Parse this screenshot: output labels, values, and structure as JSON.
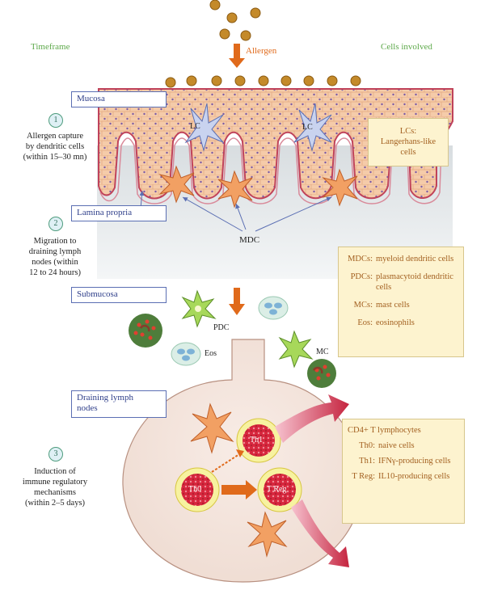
{
  "headers": {
    "timeframe": "Timeframe",
    "allergen": "Allergen",
    "cells_involved": "Cells involved"
  },
  "tissue_labels": {
    "mucosa": "Mucosa",
    "lamina_propria": "Lamina propria",
    "submucosa": "Submucosa",
    "lymph_nodes_line1": "Draining lymph",
    "lymph_nodes_line2": "nodes"
  },
  "steps": [
    {
      "number": "1",
      "lines": [
        "Allergen capture",
        "by dendritic cells",
        "(within 15–30 mn)"
      ]
    },
    {
      "number": "2",
      "lines": [
        "Migration to",
        "draining lymph",
        "nodes (within",
        "12 to 24 hours)"
      ]
    },
    {
      "number": "3",
      "lines": [
        "Induction of",
        "immune regulatory",
        "mechanisms",
        "(within 2–5 days)"
      ]
    }
  ],
  "cell_labels": {
    "lc": "LC",
    "mdc": "MDC",
    "pdc": "PDC",
    "eos": "Eos",
    "mc": "MC",
    "th0": "Th0",
    "th1": "Th1",
    "treg": "T Reg"
  },
  "legend_lc": {
    "title": "LCs:",
    "desc": "Langerhans-like cells"
  },
  "legend_cells": [
    {
      "abbr": "MDCs:",
      "desc": "myeloid dendritic cells"
    },
    {
      "abbr": "PDCs:",
      "desc": "plasmacytoid dendritic cells"
    },
    {
      "abbr": "MCs:",
      "desc": "mast cells"
    },
    {
      "abbr": "Eos:",
      "desc": "eosinophils"
    }
  ],
  "legend_t": {
    "title": "CD4+ T lymphocytes",
    "items": [
      {
        "abbr": "Th0:",
        "desc": "naive cells"
      },
      {
        "abbr": "Th1:",
        "desc": "IFNγ-producing cells"
      },
      {
        "abbr": "T Reg:",
        "desc": "IL10-producing cells"
      }
    ]
  },
  "colors": {
    "header_green": "#5ea94b",
    "allergen_orange": "#e06a1b",
    "box_blue": "#5b6fb3",
    "legend_fill": "#fdf3cf",
    "tissue_pink": "#f5c9a8",
    "lymph_node": "#f3e2d9"
  }
}
